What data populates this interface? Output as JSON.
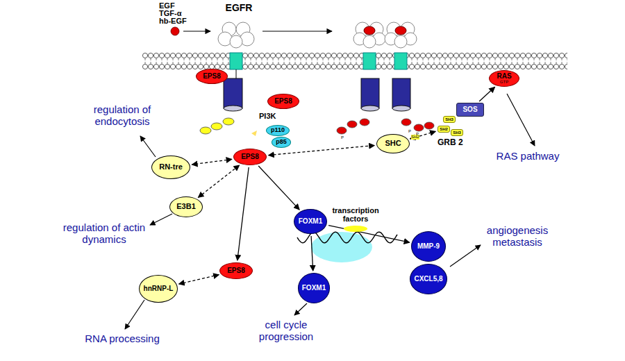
{
  "diagram": {
    "nodes": [
      {
        "text": [
          "EPS8"
        ]
      },
      {
        "text": [
          "RAS",
          "GTP"
        ]
      },
      {
        "text": [
          "EPS8"
        ]
      },
      {
        "text": [
          "SOS"
        ]
      },
      {
        "text": [
          "p110"
        ]
      },
      {
        "text": [
          "p85"
        ]
      },
      {
        "text": [
          "SH3"
        ]
      },
      {
        "text": [
          "SH2"
        ]
      },
      {
        "text": [
          "SH3"
        ]
      },
      {
        "text": [
          "EPS8"
        ]
      },
      {
        "text": [
          "SHC"
        ]
      },
      {
        "text": [
          "RN-tre"
        ]
      },
      {
        "text": [
          "E3B1"
        ]
      },
      {
        "text": [
          "FOXM1"
        ]
      },
      {
        "text": [
          "transcription factors"
        ]
      },
      {
        "text": [
          "MMP-9"
        ]
      },
      {
        "text": [
          "EPS8"
        ]
      },
      {
        "text": [
          "hnRNP-L"
        ]
      },
      {
        "text": [
          "CXCL5,8"
        ]
      },
      {
        "text": [
          "FOXM1"
        ]
      }
    ],
    "edges": [
      {
        "from": 9,
        "to": 11,
        "arrow": "both"
      },
      {
        "from": 12,
        "to": 9,
        "arrow": "both"
      },
      {
        "from": 9,
        "to": 10,
        "arrow": "both"
      },
      {
        "from": 10,
        "to": 7,
        "arrow": "both"
      },
      {
        "from": 3,
        "to": 1,
        "arrow": "to"
      },
      {
        "from": 9,
        "to": 16,
        "arrow": "to"
      },
      {
        "from": 9,
        "to": 13,
        "arrow": "to"
      },
      {
        "from": 16,
        "to": 17,
        "arrow": "both"
      },
      {
        "from": 13,
        "to": 19,
        "arrow": "to"
      },
      {
        "from": 13,
        "to": 15,
        "arrow": "to"
      }
    ],
    "labels": [
      "EGF",
      "TGF-α",
      "hb-EGF",
      "EGFR",
      "PI3K",
      "GRB 2",
      "regulation of endocytosis",
      "RAS pathway",
      "regulation of actin dynamics",
      "angiogenesis metastasis",
      "RNA processing",
      "cell cycle progression",
      "SH2",
      "P",
      "P",
      "P"
    ]
  }
}
